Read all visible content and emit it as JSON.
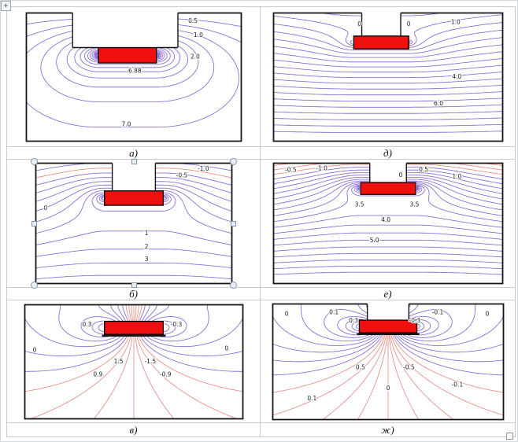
{
  "window": {
    "table_move_handle_glyph": "+"
  },
  "colors": {
    "contour_purple": "#7e5fd2",
    "contour_pink": "#e5867c",
    "rect_fill": "#ee0f0f",
    "rect_stroke": "#000000",
    "frame": "#141414",
    "label": "#1c1c1c",
    "table_border": "#c6ccd4"
  },
  "chart_data": [
    {
      "id": "a",
      "caption": "а)",
      "type": "contour",
      "field": "source",
      "selected": false,
      "params": {
        "scale": 1.35
      },
      "levels": [
        0.35,
        0.7,
        1.05,
        1.4,
        1.75,
        2.1,
        2.45,
        2.8,
        3.15,
        3.5,
        3.85,
        4.2,
        4.55,
        4.9,
        5.25,
        5.6,
        5.95,
        6.3,
        6.65
      ],
      "pink_mode": "none",
      "pink_value": 0,
      "geometry": {
        "notch": {
          "cx": 0.46,
          "w": 0.49
        },
        "rect": {
          "cx": 0.47,
          "w": 0.27,
          "h": 0.12,
          "top": 0.27
        }
      },
      "base_line": false,
      "labels": [
        {
          "t": "0.5",
          "x": 0.775,
          "y": 0.065
        },
        {
          "t": "1.0",
          "x": 0.8,
          "y": 0.175
        },
        {
          "t": "2.0",
          "x": 0.785,
          "y": 0.345
        },
        {
          "t": "6.88",
          "x": 0.505,
          "y": 0.455
        },
        {
          "t": "7.0",
          "x": 0.465,
          "y": 0.87
        }
      ]
    },
    {
      "id": "d",
      "caption": "д)",
      "type": "contour",
      "field": "layers",
      "selected": false,
      "params": {
        "A": 7.5,
        "C": 1.0,
        "B": 0.6
      },
      "levels": [
        -0.2,
        0.22,
        0.64,
        1.06,
        1.48,
        1.9,
        2.32,
        2.74,
        3.16,
        3.58,
        4.0,
        4.42,
        4.84,
        5.26,
        5.68,
        6.1,
        6.52,
        6.94,
        7.36,
        7.78
      ],
      "pink_mode": "none",
      "pink_value": 0,
      "geometry": {
        "notch": {
          "cx": 0.47,
          "w": 0.17
        },
        "rect": {
          "cx": 0.47,
          "w": 0.24,
          "h": 0.1,
          "top": 0.18
        }
      },
      "base_line": false,
      "labels": [
        {
          "t": "0",
          "x": 0.375,
          "y": 0.09
        },
        {
          "t": "0",
          "x": 0.59,
          "y": 0.09
        },
        {
          "t": "1.0",
          "x": 0.795,
          "y": 0.075
        },
        {
          "t": "4.0",
          "x": 0.8,
          "y": 0.5
        },
        {
          "t": "6.0",
          "x": 0.72,
          "y": 0.71
        }
      ]
    },
    {
      "id": "b",
      "caption": "б)",
      "type": "contour",
      "field": "layers",
      "selected": true,
      "params": {
        "A": 4.5,
        "C": -1.3,
        "B": -0.8
      },
      "levels": [
        -1.3,
        -0.975,
        -0.65,
        -0.325,
        0,
        0.325,
        0.65,
        0.975,
        1.3,
        1.625,
        1.95,
        2.275,
        2.6,
        2.925,
        3.25,
        3.575,
        3.9
      ],
      "pink_mode": "zero",
      "pink_value": 0,
      "geometry": {
        "notch": {
          "cx": 0.5,
          "w": 0.22
        },
        "rect": {
          "cx": 0.5,
          "w": 0.3,
          "h": 0.12,
          "top": 0.23
        }
      },
      "base_line": false,
      "labels": [
        {
          "t": "-1.0",
          "x": 0.855,
          "y": 0.05
        },
        {
          "t": "-0.5",
          "x": 0.745,
          "y": 0.105
        },
        {
          "t": "0",
          "x": 0.05,
          "y": 0.375
        },
        {
          "t": "1",
          "x": 0.565,
          "y": 0.585
        },
        {
          "t": "2",
          "x": 0.565,
          "y": 0.695
        },
        {
          "t": "3",
          "x": 0.565,
          "y": 0.8
        }
      ]
    },
    {
      "id": "e",
      "caption": "е)",
      "type": "contour",
      "field": "layers",
      "selected": false,
      "params": {
        "A": 8.0,
        "C": -2.0,
        "B": -1.0
      },
      "levels": [
        -1.32,
        -0.99,
        -0.66,
        -0.33,
        0,
        0.33,
        0.66,
        0.99,
        1.32,
        1.65,
        1.98,
        2.31,
        2.64,
        2.97,
        3.3,
        3.63,
        3.96,
        4.29,
        4.62,
        4.95,
        5.28,
        5.61
      ],
      "pink_mode": "neg",
      "pink_value": 0,
      "geometry": {
        "notch": {
          "cx": 0.5,
          "w": 0.16
        },
        "rect": {
          "cx": 0.5,
          "w": 0.24,
          "h": 0.1,
          "top": 0.16
        }
      },
      "base_line": false,
      "labels": [
        {
          "t": "-0.5",
          "x": 0.075,
          "y": 0.06
        },
        {
          "t": "-1.0",
          "x": 0.21,
          "y": 0.045
        },
        {
          "t": "0",
          "x": 0.555,
          "y": 0.1
        },
        {
          "t": "0.5",
          "x": 0.655,
          "y": 0.055
        },
        {
          "t": "1.0",
          "x": 0.8,
          "y": 0.115
        },
        {
          "t": "3.5",
          "x": 0.375,
          "y": 0.345
        },
        {
          "t": "3.5",
          "x": 0.615,
          "y": 0.345
        },
        {
          "t": "4.0",
          "x": 0.49,
          "y": 0.475
        },
        {
          "t": "5.0",
          "x": 0.44,
          "y": 0.645
        }
      ]
    },
    {
      "id": "v",
      "caption": "в)",
      "type": "contour",
      "field": "dipole",
      "selected": false,
      "params": {},
      "levels": [
        -1.95,
        -1.6,
        -1.28,
        -1.0,
        -0.78,
        -0.58,
        -0.42,
        -0.3,
        -0.19,
        -0.09,
        0,
        0.09,
        0.19,
        0.3,
        0.42,
        0.58,
        0.78,
        1.0,
        1.28,
        1.6,
        1.95
      ],
      "pink_mode": "abs",
      "pink_value": 0.31,
      "geometry": {
        "rect": {
          "cx": 0.5,
          "w": 0.27,
          "h": 0.115,
          "top": 0.145
        }
      },
      "base_line": true,
      "labels": [
        {
          "t": "0",
          "x": 0.045,
          "y": 0.4
        },
        {
          "t": "0.3",
          "x": 0.285,
          "y": 0.175
        },
        {
          "t": "-0.3",
          "x": 0.695,
          "y": 0.175
        },
        {
          "t": "0",
          "x": 0.925,
          "y": 0.385
        },
        {
          "t": "1.5",
          "x": 0.43,
          "y": 0.5
        },
        {
          "t": "-1.5",
          "x": 0.575,
          "y": 0.5
        },
        {
          "t": "0.9",
          "x": 0.335,
          "y": 0.615
        },
        {
          "t": "-0.9",
          "x": 0.645,
          "y": 0.615
        }
      ]
    },
    {
      "id": "zh",
      "caption": "ж)",
      "type": "contour",
      "field": "dipole",
      "selected": false,
      "params": {},
      "levels": [
        -2.15,
        -1.8,
        -1.5,
        -1.27,
        -1.06,
        -0.88,
        -0.72,
        -0.58,
        -0.46,
        -0.36,
        -0.27,
        -0.19,
        -0.12,
        -0.06,
        0,
        0.06,
        0.12,
        0.19,
        0.27,
        0.36,
        0.46,
        0.58,
        0.72,
        0.88,
        1.06,
        1.27,
        1.5,
        1.8,
        2.15
      ],
      "pink_mode": "abs",
      "pink_value": 0.28,
      "geometry": {
        "notch": {
          "cx": 0.5,
          "w": 0.18
        },
        "rect": {
          "cx": 0.5,
          "w": 0.25,
          "h": 0.11,
          "top": 0.14
        }
      },
      "base_line": true,
      "labels": [
        {
          "t": "0",
          "x": 0.06,
          "y": 0.09
        },
        {
          "t": "0.1",
          "x": 0.265,
          "y": 0.075
        },
        {
          "t": "0.3",
          "x": 0.35,
          "y": 0.145
        },
        {
          "t": "-0.3",
          "x": 0.615,
          "y": 0.145
        },
        {
          "t": "-0.1",
          "x": 0.715,
          "y": 0.075
        },
        {
          "t": "0",
          "x": 0.93,
          "y": 0.09
        },
        {
          "t": "0.5",
          "x": 0.38,
          "y": 0.55
        },
        {
          "t": "-0.5",
          "x": 0.59,
          "y": 0.55
        },
        {
          "t": "0",
          "x": 0.5,
          "y": 0.73
        },
        {
          "t": "0.1",
          "x": 0.17,
          "y": 0.82
        },
        {
          "t": "-0.1",
          "x": 0.8,
          "y": 0.7
        }
      ]
    }
  ]
}
